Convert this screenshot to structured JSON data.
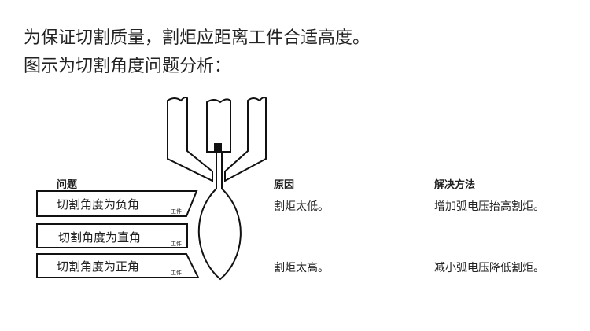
{
  "heading": {
    "line1": "为保证切割质量，割炬应距离工件合适高度。",
    "line2": "图示为切割角度问题分析："
  },
  "columns": {
    "problem": "问题",
    "cause": "原因",
    "solution": "解决方法"
  },
  "rows": [
    {
      "problem": "切割角度为负角",
      "workpiece": "工件",
      "cause": "割炬太低。",
      "solution": "增加弧电压抬高割炬。"
    },
    {
      "problem": "切割角度为直角",
      "workpiece": "工件",
      "cause": "",
      "solution": ""
    },
    {
      "problem": "切割角度为正角",
      "workpiece": "工件",
      "cause": "割炬太高。",
      "solution": "减小弧电压降低割炬。"
    }
  ]
}
